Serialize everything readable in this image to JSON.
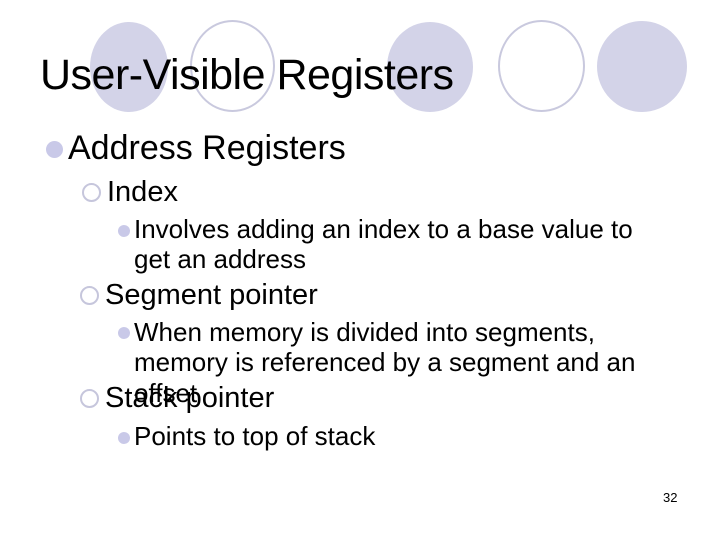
{
  "slide": {
    "title": "User-Visible Registers",
    "page_number": "32",
    "bullets": [
      {
        "level": 1,
        "text": "Address Registers"
      },
      {
        "level": 2,
        "text": "Index"
      },
      {
        "level": 3,
        "text": "Involves adding an index to a base value to get an address"
      },
      {
        "level": 2,
        "text": "Segment pointer"
      },
      {
        "level": 3,
        "text": "When memory is divided into segments, memory is referenced by a segment and an offset"
      },
      {
        "level": 2,
        "text": "Stack pointer"
      },
      {
        "level": 3,
        "text": "Points to top of stack"
      }
    ],
    "colors": {
      "background": "#ffffff",
      "text": "#000000",
      "decor_circle_fill": "#d3d3e8",
      "decor_circle_outline": "#c9c9de",
      "bullet_fill": "#c9c9e8",
      "bullet_ring": "#c6c6dc"
    }
  }
}
